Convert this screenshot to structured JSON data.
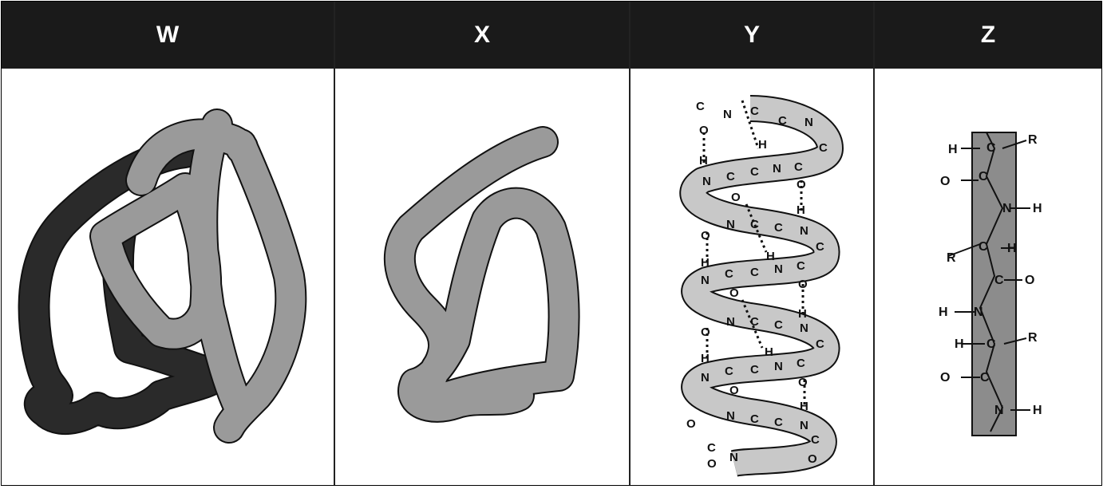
{
  "panels": [
    {
      "label": "W"
    },
    {
      "label": "X"
    },
    {
      "label": "Y"
    },
    {
      "label": "Z"
    }
  ],
  "helix_atoms": {
    "c": "C",
    "n": "N",
    "o": "O",
    "h": "H"
  },
  "sheet_labels": {
    "h": "H",
    "r": "R",
    "o": "O",
    "n": "N",
    "c": "C"
  },
  "colors": {
    "header_bg": "#1a1a1a",
    "light_chain": "#9a9a9a",
    "dark_chain": "#2a2a2a",
    "ribbon": "#c8c8c8",
    "sheet": "#8c8c8c"
  }
}
